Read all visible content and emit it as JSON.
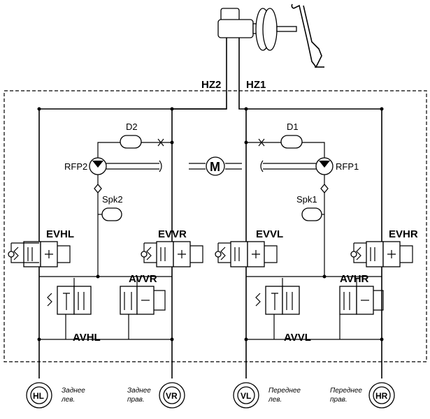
{
  "lines": {
    "hz2": "HZ2",
    "hz1": "HZ1"
  },
  "dampers": {
    "d2": "D2",
    "d1": "D1"
  },
  "pumps": {
    "rfp2": "RFP2",
    "rfp1": "RFP1"
  },
  "accumulators": {
    "spk2": "Spk2",
    "spk1": "Spk1"
  },
  "motor": "M",
  "inlet_valves": {
    "evhl": "EVHL",
    "evvr": "EVVR",
    "evvl": "EVVL",
    "evhr": "EVHR"
  },
  "outlet_valves": {
    "avvr": "AVVR",
    "avhl": "AVHL",
    "avhr": "AVHR",
    "avvl": "AVVL"
  },
  "wheels": {
    "hl": {
      "code": "HL",
      "caption1": "Заднее",
      "caption2": "лев."
    },
    "vr": {
      "code": "VR",
      "caption1": "Заднее",
      "caption2": "прав."
    },
    "vl": {
      "code": "VL",
      "caption1": "Переднее",
      "caption2": "лев."
    },
    "hr": {
      "code": "HR",
      "caption1": "Переднее",
      "caption2": "прав."
    }
  }
}
